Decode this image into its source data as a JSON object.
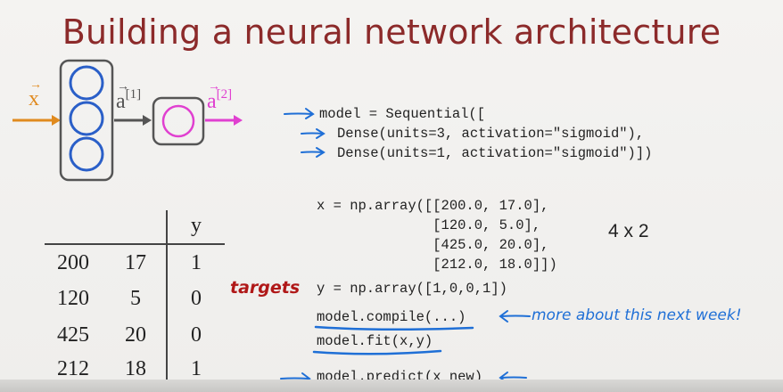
{
  "slide": {
    "title": "Building a neural network architecture"
  },
  "network": {
    "input_label": "x",
    "layer1_output_label": "a",
    "layer1_superscript": "[1]",
    "layer2_output_label": "a",
    "layer2_superscript": "[2]",
    "colors": {
      "input_arrow": "#e08a1e",
      "neuron": "#2a5fc8",
      "output_arrow": "#e040d0",
      "box": "#555555"
    }
  },
  "code": {
    "model_line1": "model = Sequential([",
    "model_line2": "Dense(units=3, activation=\"sigmoid\"),",
    "model_line3": "Dense(units=1, activation=\"sigmoid\")])",
    "x_line1": "x = np.array([[200.0, 17.0],",
    "x_line2": "              [120.0, 5.0],",
    "x_line3": "              [425.0, 20.0],",
    "x_line4": "              [212.0, 18.0]])",
    "shape": "4 x 2",
    "y_line": "y = np.array([1,0,0,1])",
    "compile_line": "model.compile(...)",
    "fit_line": "model.fit(x,y)",
    "predict_line": "model.predict(x_new)"
  },
  "annotations": {
    "targets": "targets",
    "next_week": "more about this next week!",
    "colors": {
      "targets": "#b01818",
      "blue": "#1f6fd6"
    }
  },
  "table": {
    "header_y": "y",
    "rows": [
      [
        "200",
        "17",
        "1"
      ],
      [
        "120",
        "5",
        "0"
      ],
      [
        "425",
        "20",
        "0"
      ],
      [
        "212",
        "18",
        "1"
      ]
    ]
  }
}
